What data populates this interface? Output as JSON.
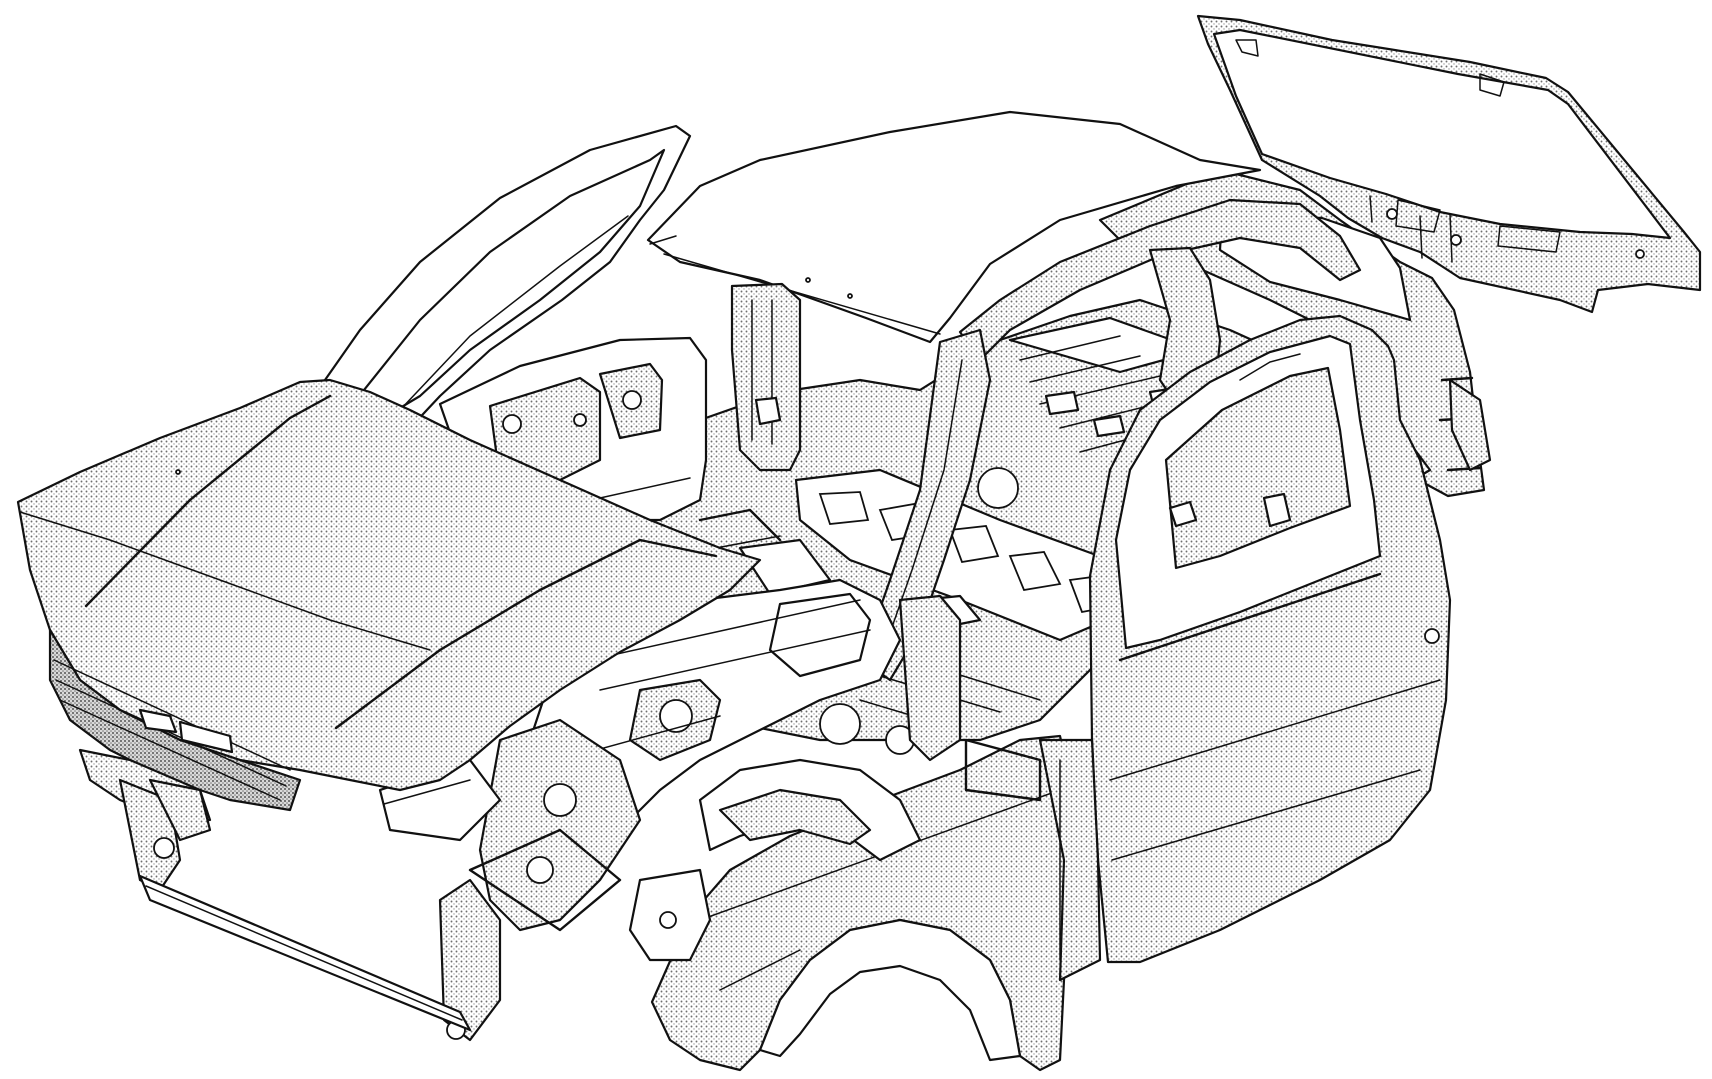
{
  "diagram": {
    "parts": [
      {
        "id": "body-shell",
        "icon": "car-body-shell-icon"
      },
      {
        "id": "roof-panel",
        "icon": "roof-panel-icon"
      },
      {
        "id": "bonnet",
        "icon": "bonnet-icon"
      },
      {
        "id": "front-grille",
        "icon": "grille-icon"
      },
      {
        "id": "tailgate",
        "icon": "tailgate-icon"
      },
      {
        "id": "front-door",
        "icon": "door-icon"
      },
      {
        "id": "front-wing",
        "icon": "wing-fender-icon"
      },
      {
        "id": "floor-pan",
        "icon": "floor-pan-icon"
      },
      {
        "id": "front-subframe",
        "icon": "subframe-icon"
      },
      {
        "id": "rear-quarter",
        "icon": "rear-quarter-icon"
      }
    ],
    "colors": {
      "ink": "#111111",
      "paper": "#ffffff",
      "stipple": "#8a8a8a"
    }
  }
}
